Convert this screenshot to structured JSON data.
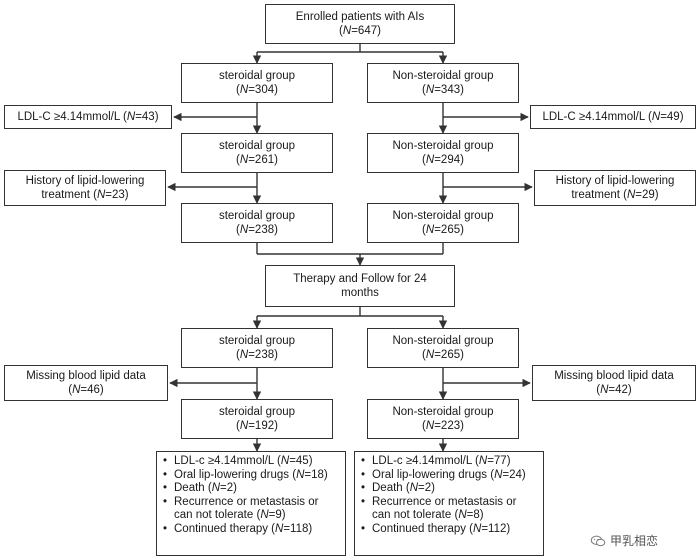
{
  "boxes": {
    "enrolled": {
      "label": "Enrolled  patients with AIs",
      "n": "647"
    },
    "ster1": {
      "label": "steroidal group",
      "n": "304"
    },
    "non1": {
      "label": "Non-steroidal group",
      "n": "343"
    },
    "ster_ldl_excl": {
      "label": "LDL-C ≥4.14mmol/L (",
      "n": "43"
    },
    "non_ldl_excl": {
      "label": "LDL-C ≥4.14mmol/L (",
      "n": "49"
    },
    "ster2": {
      "label": "steroidal group",
      "n": "261"
    },
    "non2": {
      "label": "Non-steroidal group",
      "n": "294"
    },
    "ster_hist": {
      "label": "History of lipid-lowering",
      "label2": "treatment (",
      "n": "23"
    },
    "non_hist": {
      "label": "History of lipid-lowering",
      "label2": "treatment (",
      "n": "29"
    },
    "ster3": {
      "label": "steroidal group",
      "n": "238"
    },
    "non3": {
      "label": "Non-steroidal  group",
      "n": "265"
    },
    "therapy": {
      "label": "Therapy and Follow for 24",
      "label2": "months"
    },
    "ster4": {
      "label": "steroidal group",
      "n": "238"
    },
    "non4": {
      "label": "Non-steroidal group",
      "n": "265"
    },
    "ster_missing": {
      "label": "Missing blood lipid data",
      "n": "46"
    },
    "non_missing": {
      "label": "Missing blood lipid data",
      "n": "42"
    },
    "ster5": {
      "label": "steroidal group",
      "n": "192"
    },
    "non5": {
      "label": "Non-steroidal group",
      "n": "223"
    }
  },
  "n_prefix": "N",
  "n_eq": "=",
  "outcomes_ster": [
    {
      "text": "LDL-c ≥4.14mmol/L (",
      "n": "45",
      "close": ")"
    },
    {
      "text": "Oral lip-lowering drugs (",
      "n": "18",
      "close": ")"
    },
    {
      "text": "Death (",
      "n": "2",
      "close": ")"
    },
    {
      "text": "Recurrence or  metastasis or",
      "n": "",
      "close": ""
    },
    {
      "text": "can not tolerate (",
      "n": "9",
      "close": ")"
    },
    {
      "text": "Continued therapy (",
      "n": "118",
      "close": ")"
    }
  ],
  "outcomes_non": [
    {
      "text": "LDL-c ≥4.14mmol/L (",
      "n": "77",
      "close": ")"
    },
    {
      "text": "Oral lip-lowering drugs (",
      "n": "24",
      "close": ")"
    },
    {
      "text": "Death (",
      "n": "2",
      "close": ")"
    },
    {
      "text": "Recurrence or  metastasis or",
      "n": "",
      "close": ""
    },
    {
      "text": "can not tolerate (",
      "n": "8",
      "close": ")"
    },
    {
      "text": "Continued therapy (",
      "n": "112",
      "close": ")"
    }
  ],
  "watermark": {
    "text": "甲乳相恋",
    "icon": "wechat-icon"
  },
  "colors": {
    "line": "#333333",
    "text": "#1a1a1a"
  }
}
